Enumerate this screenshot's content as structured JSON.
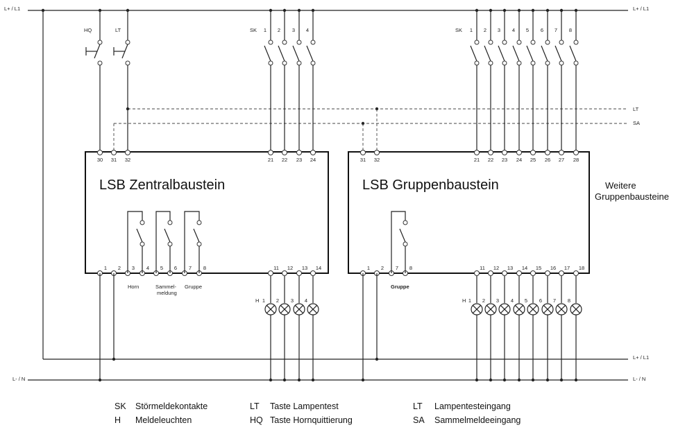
{
  "rails": {
    "top_left": "L+ / L1",
    "top_right": "L+ / L1",
    "mid_right": "L+ / L1",
    "bot_left": "L- / N",
    "bot_right": "L- / N",
    "lt": "LT",
    "sa": "SA"
  },
  "switches": {
    "hq": "HQ",
    "lt": "LT",
    "sk": "SK",
    "sk_nums_a": [
      "1",
      "2",
      "3",
      "4"
    ],
    "sk_nums_b": [
      "1",
      "2",
      "3",
      "4",
      "5",
      "6",
      "7",
      "8"
    ]
  },
  "zentral": {
    "title": "LSB Zentralbaustein",
    "top_terms": [
      "30",
      "31",
      "32",
      "21",
      "22",
      "23",
      "24"
    ],
    "bot_terms": [
      "1",
      "2",
      "3",
      "4",
      "5",
      "6",
      "7",
      "8",
      "11",
      "12",
      "13",
      "14"
    ],
    "horn": "Horn",
    "sammel_1": "Sammel-",
    "sammel_2": "meldung",
    "gruppe": "Gruppe",
    "h": "H",
    "lamp_nums": [
      "1",
      "2",
      "3",
      "4"
    ]
  },
  "gruppen": {
    "title": "LSB Gruppenbaustein",
    "top_terms": [
      "31",
      "32",
      "21",
      "22",
      "23",
      "24",
      "25",
      "26",
      "27",
      "28"
    ],
    "bot_terms": [
      "1",
      "2",
      "7",
      "8",
      "11",
      "12",
      "13",
      "14",
      "15",
      "16",
      "17",
      "18"
    ],
    "gruppe": "Gruppe",
    "h": "H",
    "lamp_nums": [
      "1",
      "2",
      "3",
      "4",
      "5",
      "6",
      "7",
      "8"
    ]
  },
  "weitere": {
    "line1": "Weitere",
    "line2": "Gruppenbausteine"
  },
  "legend": [
    {
      "key": "SK",
      "text": "Störmeldekontakte"
    },
    {
      "key": "H",
      "text": "Meldeleuchten"
    },
    {
      "key": "LT",
      "text": "Taste Lampentest"
    },
    {
      "key": "HQ",
      "text": "Taste Hornquittierung"
    },
    {
      "key": "LT",
      "text": "Lampentesteingang"
    },
    {
      "key": "SA",
      "text": "Sammelmeldeeingang"
    }
  ]
}
